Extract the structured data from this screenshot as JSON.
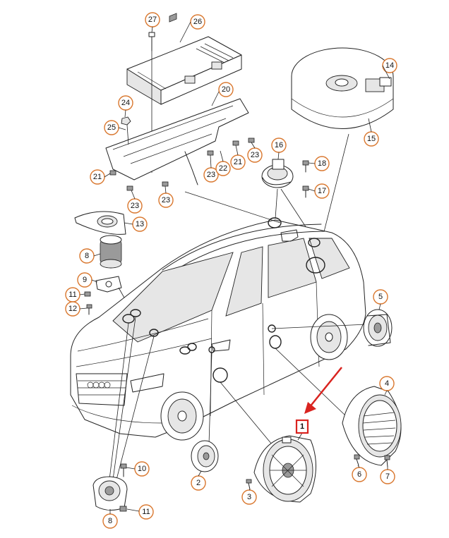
{
  "colors": {
    "callout_outline": "#d9772e",
    "highlight_box": "#d9231f",
    "arrow": "#d9231f",
    "line_art": "#222222"
  },
  "callouts": [
    {
      "id": "c27",
      "label": "27"
    },
    {
      "id": "c26",
      "label": "26"
    },
    {
      "id": "c20",
      "label": "20"
    },
    {
      "id": "c24",
      "label": "24"
    },
    {
      "id": "c25",
      "label": "25"
    },
    {
      "id": "c21a",
      "label": "21"
    },
    {
      "id": "c21b",
      "label": "21"
    },
    {
      "id": "c23a",
      "label": "23"
    },
    {
      "id": "c23b",
      "label": "23"
    },
    {
      "id": "c23c",
      "label": "23"
    },
    {
      "id": "c23d",
      "label": "23"
    },
    {
      "id": "c22",
      "label": "22"
    },
    {
      "id": "c14",
      "label": "14"
    },
    {
      "id": "c15",
      "label": "15"
    },
    {
      "id": "c16",
      "label": "16"
    },
    {
      "id": "c18",
      "label": "18"
    },
    {
      "id": "c17",
      "label": "17"
    },
    {
      "id": "c13",
      "label": "13"
    },
    {
      "id": "c8a",
      "label": "8"
    },
    {
      "id": "c9",
      "label": "9"
    },
    {
      "id": "c11a",
      "label": "11"
    },
    {
      "id": "c12",
      "label": "12"
    },
    {
      "id": "c5",
      "label": "5"
    },
    {
      "id": "c4",
      "label": "4"
    },
    {
      "id": "c6",
      "label": "6"
    },
    {
      "id": "c7",
      "label": "7"
    },
    {
      "id": "c3",
      "label": "3"
    },
    {
      "id": "c2",
      "label": "2"
    },
    {
      "id": "c10",
      "label": "10"
    },
    {
      "id": "c11b",
      "label": "11"
    },
    {
      "id": "c8b",
      "label": "8"
    }
  ],
  "highlighted_callout": {
    "id": "c1",
    "label": "1"
  }
}
